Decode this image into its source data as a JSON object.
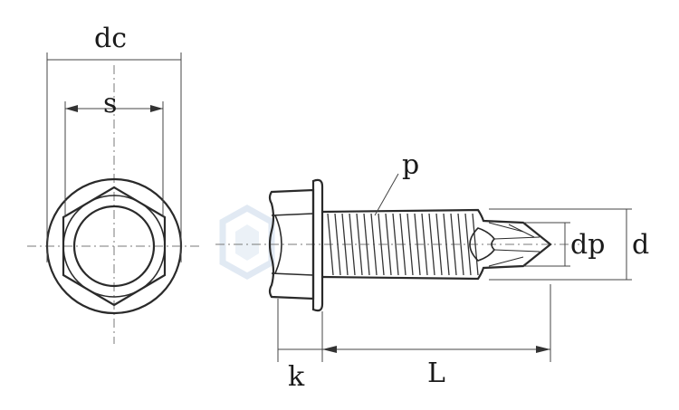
{
  "labels": {
    "dc": "dc",
    "s": "s",
    "p": "p",
    "dp": "dp",
    "d": "d",
    "k": "k",
    "L": "L"
  },
  "colors": {
    "line": "#2a2a2a",
    "watermark": "#c9d8ea"
  }
}
